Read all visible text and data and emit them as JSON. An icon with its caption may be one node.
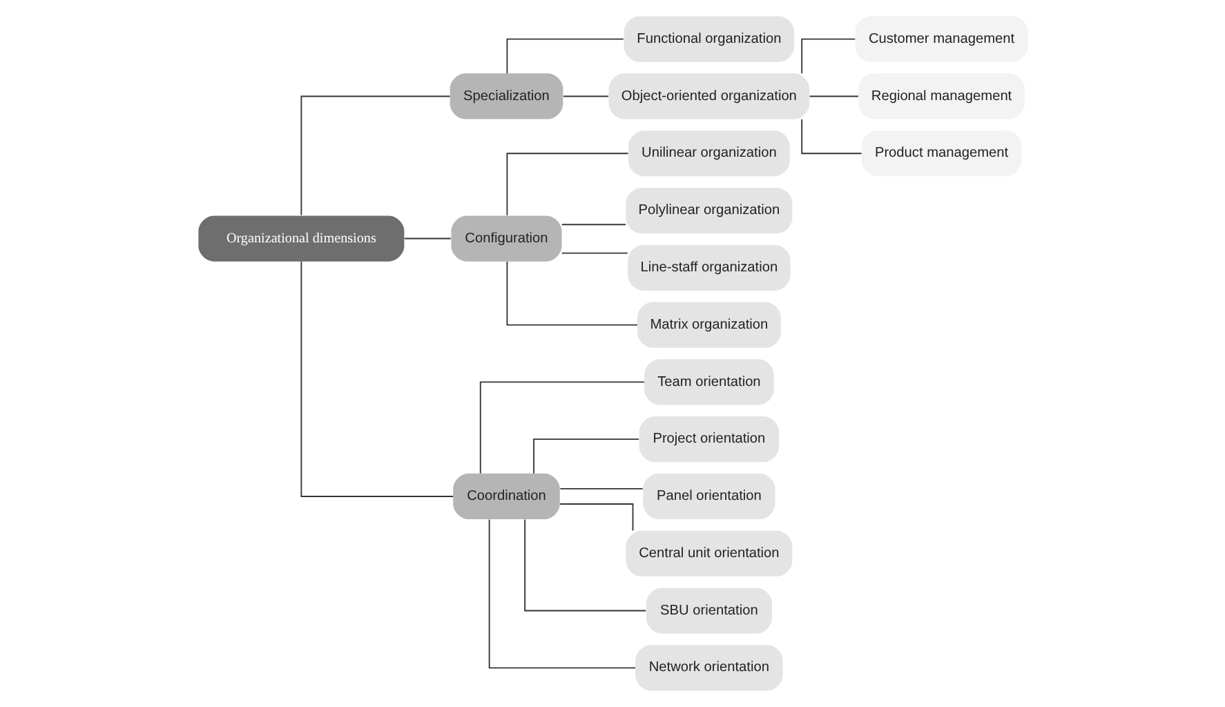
{
  "diagram": {
    "nodes": [
      {
        "text": [
          "Organizational dimensions"
        ]
      },
      {
        "text": [
          "Specialization"
        ]
      },
      {
        "text": [
          "Configuration"
        ]
      },
      {
        "text": [
          "Coordination"
        ]
      },
      {
        "text": [
          "Functional organization"
        ]
      },
      {
        "text": [
          "Object-oriented organization"
        ]
      },
      {
        "text": [
          "Customer management"
        ]
      },
      {
        "text": [
          "Regional management"
        ]
      },
      {
        "text": [
          "Product management"
        ]
      },
      {
        "text": [
          "Unilinear organization"
        ]
      },
      {
        "text": [
          "Polylinear organization"
        ]
      },
      {
        "text": [
          "Line-staff organization"
        ]
      },
      {
        "text": [
          "Matrix organization"
        ]
      },
      {
        "text": [
          "Team orientation"
        ]
      },
      {
        "text": [
          "Project orientation"
        ]
      },
      {
        "text": [
          "Panel orientation"
        ]
      },
      {
        "text": [
          "Central unit orientation"
        ]
      },
      {
        "text": [
          "SBU orientation"
        ]
      },
      {
        "text": [
          "Network orientation"
        ]
      }
    ],
    "edges": [
      {
        "from": 0,
        "to": 1,
        "arrow": "none"
      },
      {
        "from": 0,
        "to": 2,
        "arrow": "none"
      },
      {
        "from": 0,
        "to": 3,
        "arrow": "none"
      },
      {
        "from": 1,
        "to": 4,
        "arrow": "none"
      },
      {
        "from": 1,
        "to": 5,
        "arrow": "none"
      },
      {
        "from": 5,
        "to": 6,
        "arrow": "none"
      },
      {
        "from": 5,
        "to": 7,
        "arrow": "none"
      },
      {
        "from": 5,
        "to": 8,
        "arrow": "none"
      },
      {
        "from": 2,
        "to": 9,
        "arrow": "none"
      },
      {
        "from": 2,
        "to": 10,
        "arrow": "none"
      },
      {
        "from": 2,
        "to": 11,
        "arrow": "none"
      },
      {
        "from": 2,
        "to": 12,
        "arrow": "none"
      },
      {
        "from": 3,
        "to": 13,
        "arrow": "none"
      },
      {
        "from": 3,
        "to": 14,
        "arrow": "none"
      },
      {
        "from": 3,
        "to": 15,
        "arrow": "none"
      },
      {
        "from": 3,
        "to": 16,
        "arrow": "none"
      },
      {
        "from": 3,
        "to": 17,
        "arrow": "none"
      },
      {
        "from": 3,
        "to": 18,
        "arrow": "none"
      }
    ]
  }
}
